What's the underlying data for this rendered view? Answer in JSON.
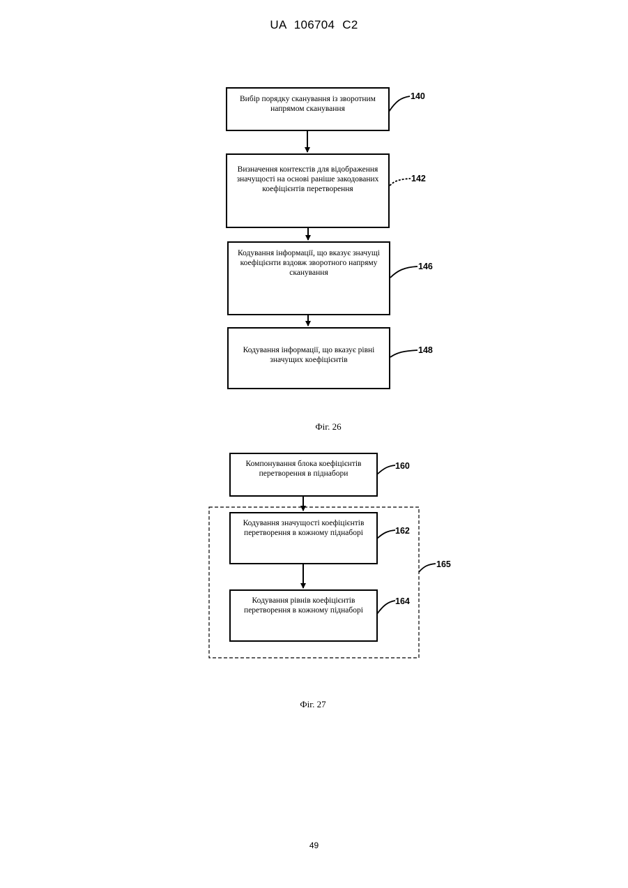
{
  "header": {
    "title": "UA 106704 C2"
  },
  "fig26": {
    "caption": "Фіг. 26",
    "steps": [
      {
        "ref": "140",
        "text": "Вибір порядку сканування із зворотним напрямом сканування"
      },
      {
        "ref": "142",
        "text": "Визначення контекстів для відображення значущості на основі раніше закодованих коефіцієнтів перетворення"
      },
      {
        "ref": "146",
        "text": "Кодування інформації, що вказує значущі коефіцієнти вздовж зворотного напряму сканування"
      },
      {
        "ref": "148",
        "text": "Кодування інформації, що вказує рівні значущих коефіцієнтів"
      }
    ]
  },
  "fig27": {
    "caption": "Фіг. 27",
    "group_ref": "165",
    "steps": [
      {
        "ref": "160",
        "text": "Компонування блока коефіцієнтів перетворення в піднабори"
      },
      {
        "ref": "162",
        "text": "Кодування значущості коефіцієнтів перетворення в кожному піднаборі"
      },
      {
        "ref": "164",
        "text": "Кодування рівнів коефіцієнтів перетворення в кожному піднаборі"
      }
    ]
  },
  "page_number": "49"
}
